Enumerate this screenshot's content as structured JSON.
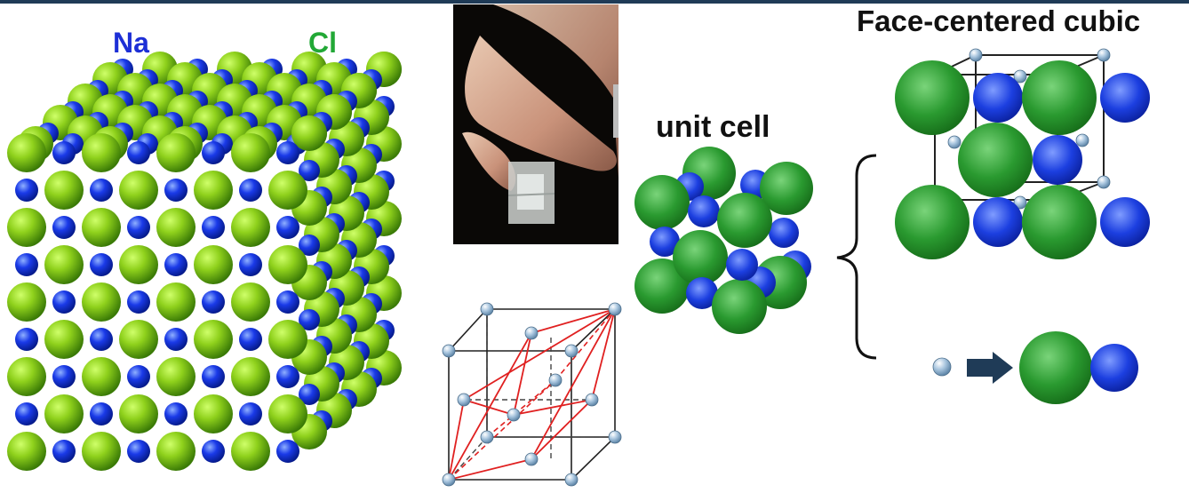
{
  "labels": {
    "na": "Na",
    "cl": "Cl",
    "unit_cell": "unit cell",
    "fcc": "Face-centered cubic"
  },
  "colors": {
    "sodium": "#1d2fd6",
    "chlorine": "#22a836",
    "lattice_lines": "#e02020",
    "top_bar": "#1f3b57"
  },
  "figures": [
    "nacl-crystal-lattice",
    "salt-crystal-photo",
    "rhombohedral-primitive-cell",
    "nacl-unit-cell",
    "fcc-cell",
    "basis-arrow-legend"
  ]
}
